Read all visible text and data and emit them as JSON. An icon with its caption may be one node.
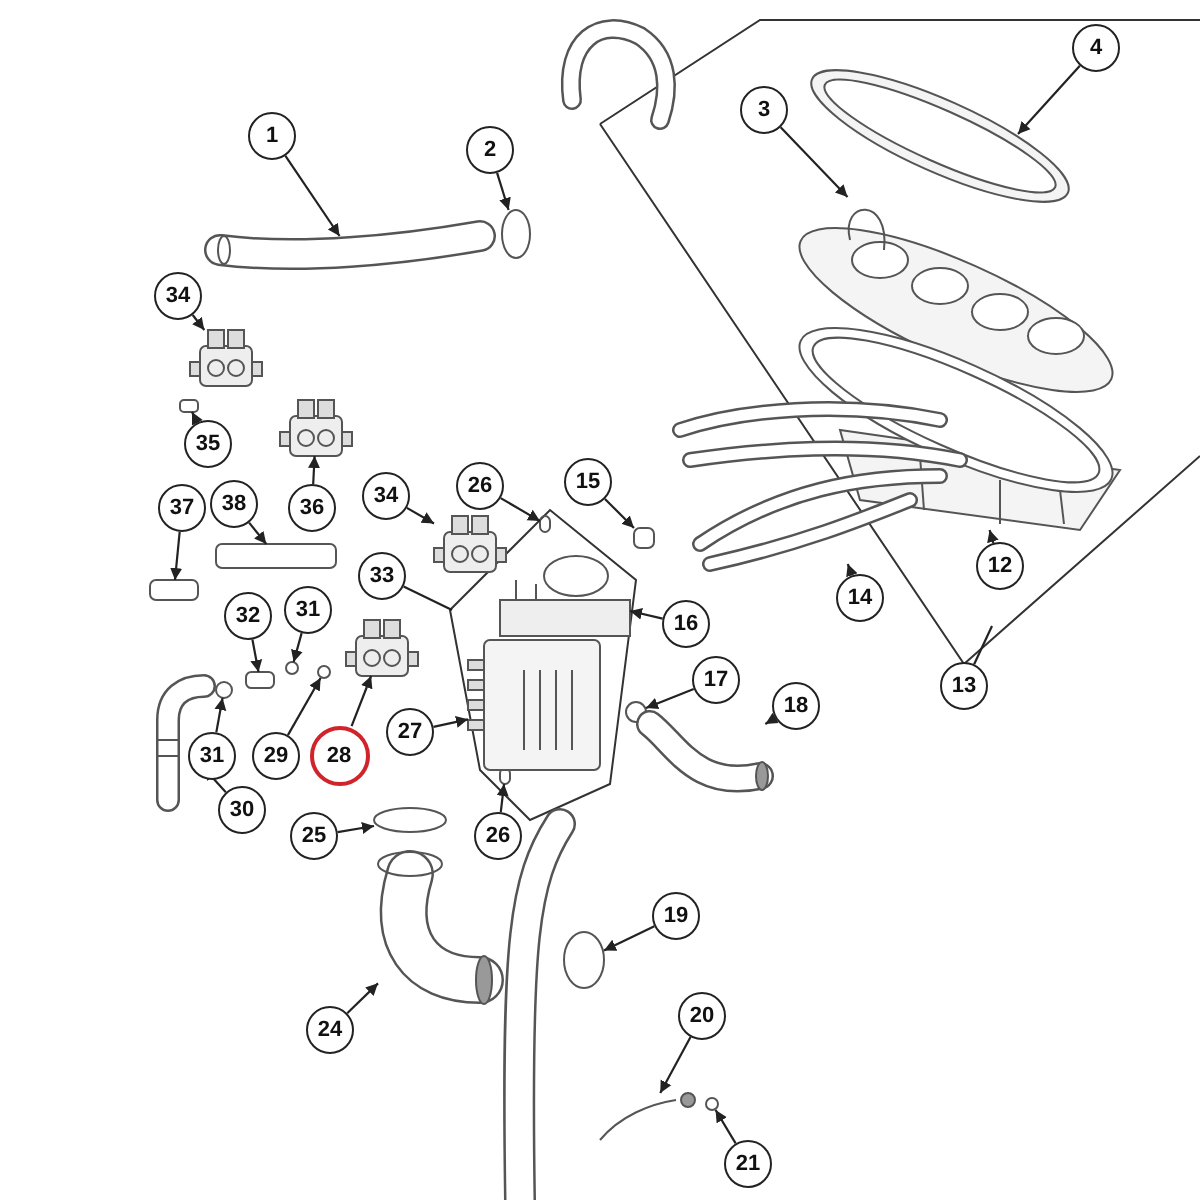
{
  "diagram": {
    "nodes": [
      {
        "text": [
          "1"
        ]
      },
      {
        "text": [
          "2"
        ]
      },
      {
        "text": [
          "3"
        ]
      },
      {
        "text": [
          "4"
        ]
      },
      {
        "text": [
          "12"
        ]
      },
      {
        "text": [
          "13"
        ]
      },
      {
        "text": [
          "14"
        ]
      },
      {
        "text": [
          "15"
        ]
      },
      {
        "text": [
          "16"
        ]
      },
      {
        "text": [
          "17"
        ]
      },
      {
        "text": [
          "18"
        ]
      },
      {
        "text": [
          "19"
        ]
      },
      {
        "text": [
          "20"
        ]
      },
      {
        "text": [
          "21"
        ]
      },
      {
        "text": [
          "24"
        ]
      },
      {
        "text": [
          "25"
        ]
      },
      {
        "text": [
          "26"
        ]
      },
      {
        "text": [
          "26"
        ]
      },
      {
        "text": [
          "27"
        ]
      },
      {
        "text": [
          "28"
        ]
      },
      {
        "text": [
          "29"
        ]
      },
      {
        "text": [
          "30"
        ]
      },
      {
        "text": [
          "31"
        ]
      },
      {
        "text": [
          "31"
        ]
      },
      {
        "text": [
          "32"
        ]
      },
      {
        "text": [
          "33"
        ]
      },
      {
        "text": [
          "34"
        ]
      },
      {
        "text": [
          "34"
        ]
      },
      {
        "text": [
          "35"
        ]
      },
      {
        "text": [
          "36"
        ]
      },
      {
        "text": [
          "37"
        ]
      },
      {
        "text": [
          "38"
        ]
      },
      {
        "text": [],
        "shape": "picture"
      },
      {
        "text": [],
        "shape": "circle"
      },
      {
        "text": [],
        "shape": "picture"
      },
      {
        "text": [],
        "shape": "picture"
      },
      {
        "text": [],
        "shape": "picture"
      },
      {
        "text": [],
        "shape": "picture"
      },
      {
        "text": [],
        "shape": "box"
      },
      {
        "text": [],
        "shape": "picture"
      },
      {
        "text": [],
        "shape": "circle"
      },
      {
        "text": [],
        "shape": "picture"
      },
      {
        "text": [],
        "shape": "circle"
      },
      {
        "text": [],
        "shape": "picture"
      },
      {
        "text": [],
        "shape": "circle"
      },
      {
        "text": [],
        "shape": "picture"
      },
      {
        "text": [],
        "shape": "circle"
      },
      {
        "text": [],
        "shape": "box"
      },
      {
        "text": [],
        "shape": "box"
      },
      {
        "text": [],
        "shape": "picture"
      },
      {
        "text": [],
        "shape": "picture"
      },
      {
        "text": [],
        "shape": "circle"
      },
      {
        "text": [],
        "shape": "picture"
      },
      {
        "text": [],
        "shape": "circle"
      },
      {
        "text": [],
        "shape": "circle"
      },
      {
        "text": [],
        "shape": "box"
      },
      {
        "text": [],
        "shape": "picture"
      },
      {
        "text": [],
        "shape": "picture"
      },
      {
        "text": [],
        "shape": "box"
      },
      {
        "text": [],
        "shape": "picture"
      },
      {
        "text": [],
        "shape": "box"
      },
      {
        "text": [],
        "shape": "box"
      }
    ],
    "edges": [
      {
        "from": 0,
        "to": 32,
        "arrow": "to"
      },
      {
        "from": 1,
        "to": 33,
        "arrow": "to"
      },
      {
        "from": 2,
        "to": 34,
        "arrow": "to"
      },
      {
        "from": 3,
        "to": 35,
        "arrow": "to"
      },
      {
        "from": 4,
        "to": 36,
        "arrow": "to"
      },
      {
        "from": 5,
        "to": null,
        "arrow": "none"
      },
      {
        "from": 6,
        "to": 37,
        "arrow": "to"
      },
      {
        "from": 7,
        "to": 38,
        "arrow": "to"
      },
      {
        "from": 8,
        "to": 39,
        "arrow": "to"
      },
      {
        "from": 9,
        "to": 40,
        "arrow": "to"
      },
      {
        "from": 10,
        "to": 41,
        "arrow": "to"
      },
      {
        "from": 11,
        "to": 42,
        "arrow": "to"
      },
      {
        "from": 12,
        "to": 43,
        "arrow": "to"
      },
      {
        "from": 13,
        "to": 44,
        "arrow": "to"
      },
      {
        "from": 14,
        "to": 45,
        "arrow": "to"
      },
      {
        "from": 15,
        "to": 46,
        "arrow": "to"
      },
      {
        "from": 16,
        "to": 47,
        "arrow": "to"
      },
      {
        "from": 17,
        "to": 48,
        "arrow": "to"
      },
      {
        "from": 18,
        "to": 49,
        "arrow": "to"
      },
      {
        "from": 19,
        "to": 50,
        "arrow": "to"
      },
      {
        "from": 20,
        "to": 51,
        "arrow": "to"
      },
      {
        "from": 21,
        "to": 52,
        "arrow": "to"
      },
      {
        "from": 22,
        "to": 53,
        "arrow": "to"
      },
      {
        "from": 23,
        "to": 54,
        "arrow": "to"
      },
      {
        "from": 24,
        "to": 55,
        "arrow": "to"
      },
      {
        "from": 25,
        "to": null,
        "arrow": "none"
      },
      {
        "from": 26,
        "to": 56,
        "arrow": "to"
      },
      {
        "from": 27,
        "to": 57,
        "arrow": "to"
      },
      {
        "from": 28,
        "to": 58,
        "arrow": "to"
      },
      {
        "from": 29,
        "to": 59,
        "arrow": "to"
      },
      {
        "from": 30,
        "to": 60,
        "arrow": "to"
      },
      {
        "from": 31,
        "to": 61,
        "arrow": "to"
      }
    ]
  }
}
